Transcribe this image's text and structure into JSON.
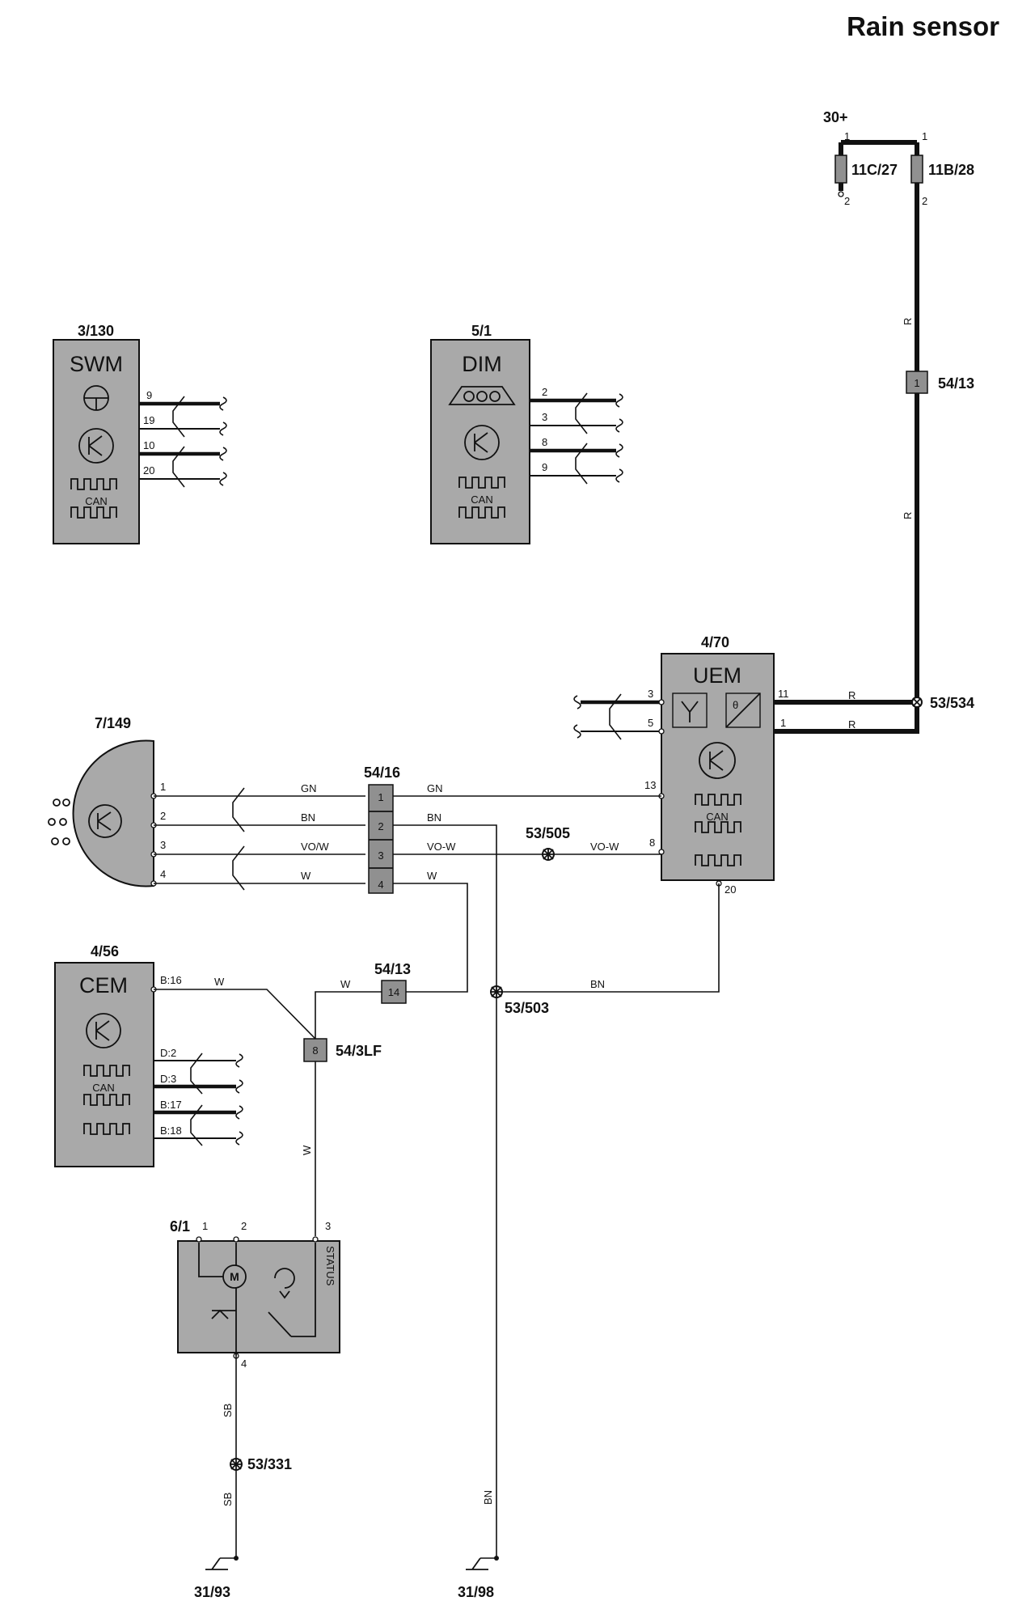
{
  "title": "Rain sensor",
  "modules": {
    "swm": {
      "ref": "3/130",
      "name": "SWM",
      "can": "CAN",
      "pins": [
        "9",
        "19",
        "10",
        "20"
      ]
    },
    "dim": {
      "ref": "5/1",
      "name": "DIM",
      "can": "CAN",
      "pins": [
        "2",
        "3",
        "8",
        "9"
      ]
    },
    "uem": {
      "ref": "4/70",
      "name": "UEM",
      "can": "CAN",
      "pins": [
        "3",
        "5",
        "11",
        "1",
        "13",
        "8",
        "20"
      ]
    },
    "rain_sensor": {
      "ref": "7/149",
      "pins": [
        "1",
        "2",
        "3",
        "4"
      ]
    },
    "cem": {
      "ref": "4/56",
      "name": "CEM",
      "can": "CAN",
      "pins": [
        "B:16",
        "D:2",
        "D:3",
        "B:17",
        "B:18"
      ]
    },
    "wiper_motor": {
      "ref": "6/1",
      "status": "STATUS",
      "motor": "M",
      "pins": [
        "1",
        "2",
        "3",
        "4"
      ]
    }
  },
  "power": {
    "supply": "30+",
    "fuse_a": {
      "ref": "11C/27",
      "pin_top": "1",
      "pin_bottom": "2"
    },
    "fuse_b": {
      "ref": "11B/28",
      "pin_top": "1",
      "pin_bottom": "2"
    }
  },
  "connectors": {
    "c54_13_upper": {
      "ref": "54/13",
      "pin": "1"
    },
    "c54_16": {
      "ref": "54/16",
      "pins": [
        "1",
        "2",
        "3",
        "4"
      ]
    },
    "c54_13_lower": {
      "ref": "54/13",
      "pin": "14"
    },
    "c54_3lf": {
      "ref": "54/3LF",
      "pin": "8"
    }
  },
  "splices": {
    "s53_534": "53/534",
    "s53_505": "53/505",
    "s53_503": "53/503",
    "s53_331": "53/331"
  },
  "grounds": {
    "g31_93": "31/93",
    "g31_98": "31/98"
  },
  "wire_colors": {
    "r": "R",
    "gn": "GN",
    "bn": "BN",
    "vo_w": "VO/W",
    "vo_w_dash": "VO-W",
    "w": "W",
    "sb": "SB"
  },
  "colors": {
    "module_fill": "#a9a9a9",
    "line": "#111111"
  }
}
